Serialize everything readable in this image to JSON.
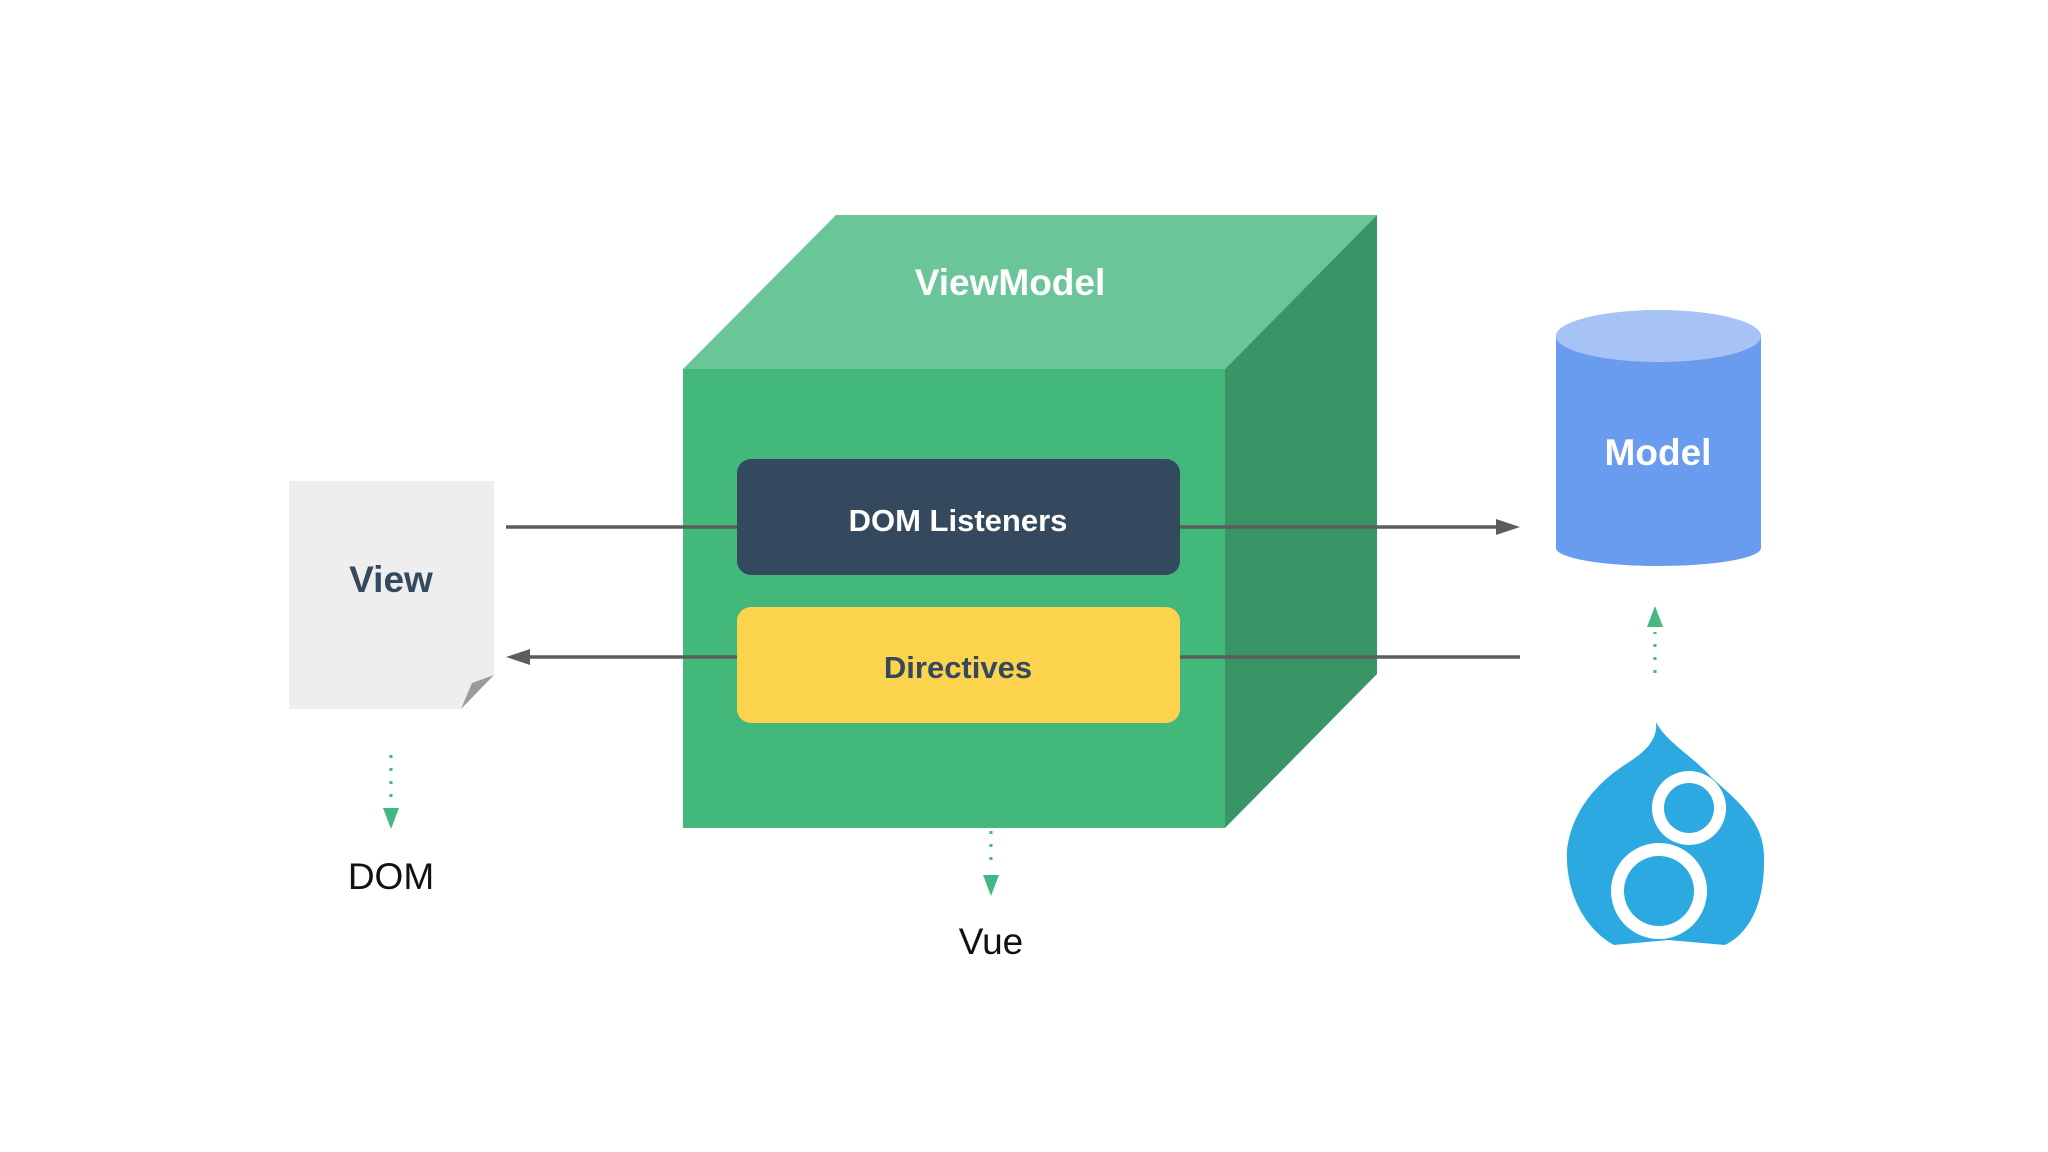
{
  "diagram": {
    "view": {
      "label": "View"
    },
    "viewmodel": {
      "label": "ViewModel"
    },
    "dom_listeners": {
      "label": "DOM Listeners"
    },
    "directives": {
      "label": "Directives"
    },
    "model": {
      "label": "Model"
    },
    "dom_caption": {
      "label": "DOM"
    },
    "vue_caption": {
      "label": "Vue"
    }
  },
  "colors": {
    "view_page": "#eeeeee",
    "view_text": "#34495e",
    "cube_front": "#42b97a",
    "cube_top": "#6ac698",
    "cube_side": "#399566",
    "dom_listeners_box": "#35495e",
    "directives_box": "#fcd34d",
    "model_body": "#699cef",
    "model_top": "#a7c3f5",
    "arrow": "#5c5c5c",
    "dotted_arrow": "#42b983",
    "drupal_blue": "#2ba9e0"
  },
  "icons": {
    "drupal": "drupal-8-logo-icon"
  }
}
